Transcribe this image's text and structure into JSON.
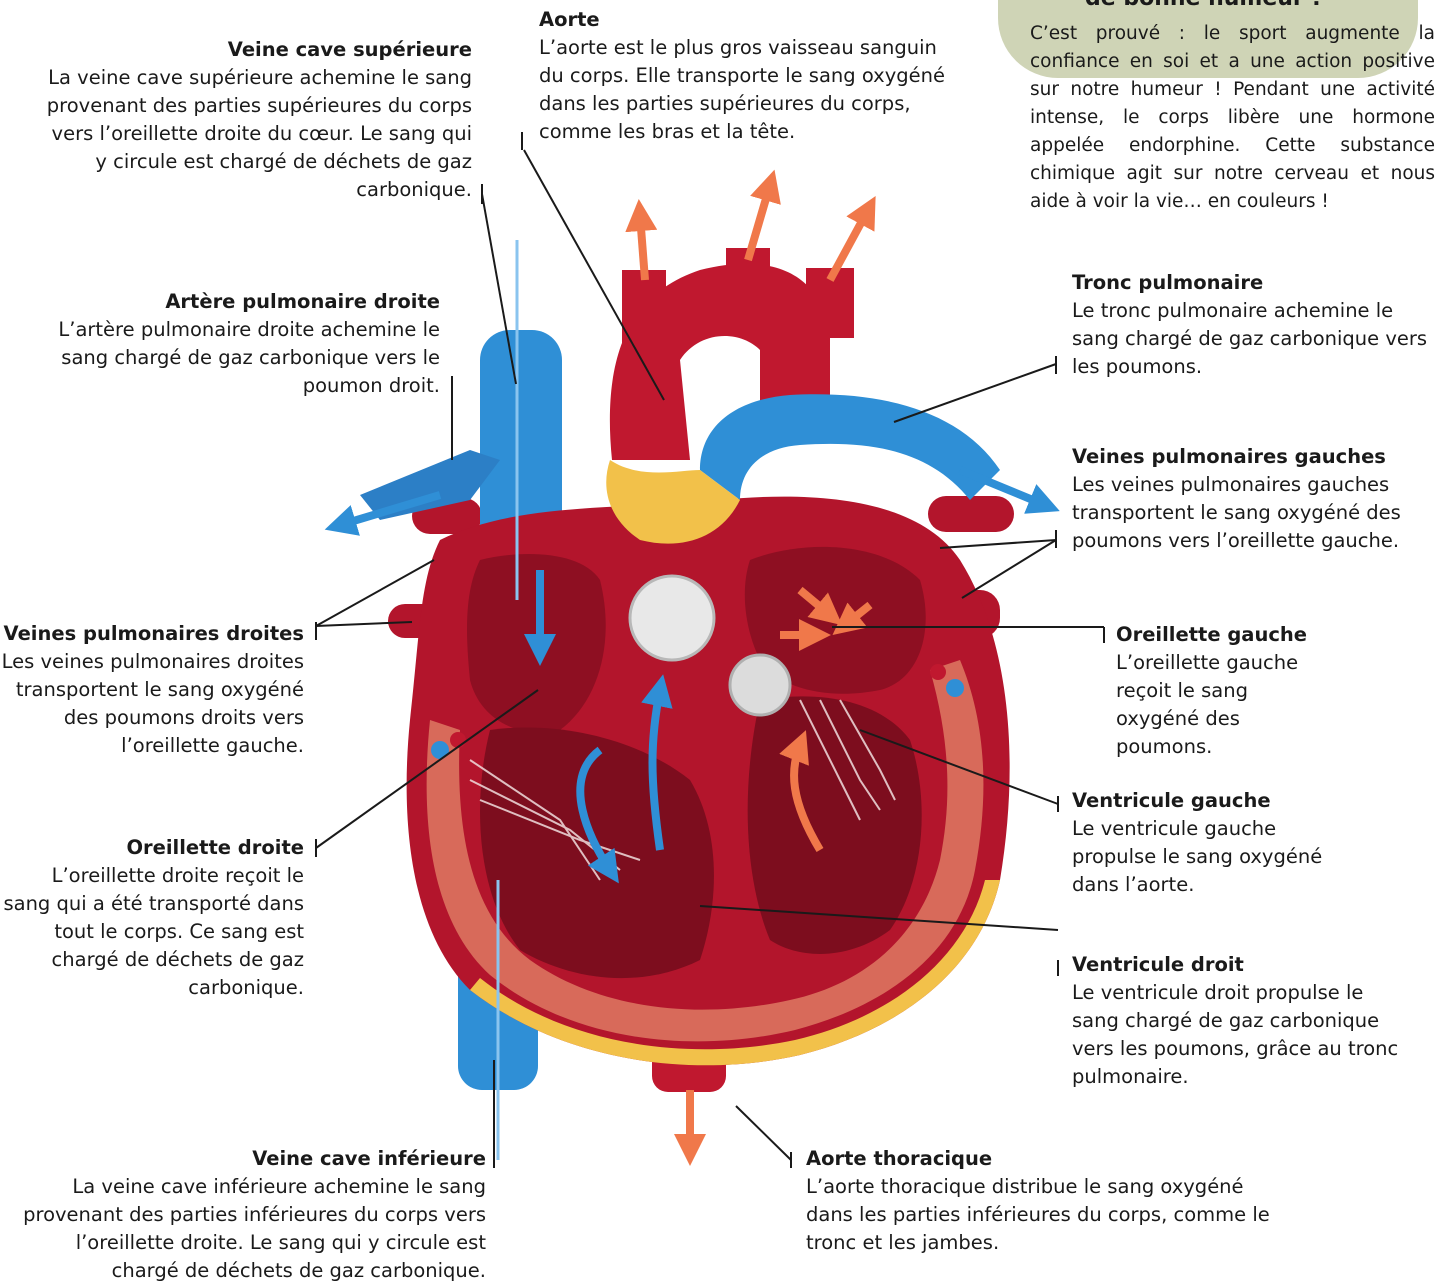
{
  "colors": {
    "oxygenated": "#c0182f",
    "deoxygenated": "#2f8fd6",
    "fat": "#f2c14a",
    "muscle": "#d86a5a",
    "arrow_orange": "#f0784a",
    "box_bg": "#cfd4b6"
  },
  "box": {
    "title": "de bonne humeur !",
    "text": "C’est prouvé : le sport augmente la confiance en soi et a une action positive sur notre humeur ! Pendant une activité intense, le corps libère une hormone appelée endorphine. Cette substance chimique agit sur notre cerveau et nous aide à voir la vie… en couleurs !"
  },
  "labels": {
    "aorte": {
      "title": "Aorte",
      "text": "L’aorte est le plus gros vaisseau sanguin du corps. Elle transporte le sang oxygéné dans les parties supérieures du corps, comme les bras et la tête."
    },
    "veine_cave_sup": {
      "title": "Veine cave supérieure",
      "text": "La veine cave supérieure achemine le sang provenant des parties supérieures du corps vers l’oreillette droite du cœur. Le sang qui y circule est chargé de déchets de gaz carbonique."
    },
    "artere_pulm_droite": {
      "title": "Artère pulmonaire droite",
      "text": "L’artère pulmonaire droite achemine le sang chargé de gaz carbonique vers le poumon droit."
    },
    "tronc_pulm": {
      "title": "Tronc pulmonaire",
      "text": "Le tronc pulmonaire achemine le sang chargé de gaz carbonique vers les poumons."
    },
    "veines_pulm_gauches": {
      "title": "Veines pulmonaires gauches",
      "text": "Les veines pulmonaires gauches transportent le sang oxygéné des poumons vers l’oreillette gauche."
    },
    "veines_pulm_droites": {
      "title": "Veines pulmonaires droites",
      "text": "Les veines pulmonaires droites transportent le sang oxygéné des poumons droits vers l’oreillette gauche."
    },
    "oreillette_gauche": {
      "title": "Oreillette gauche",
      "text": "L’oreillette gauche reçoit le sang oxygéné des poumons."
    },
    "ventricule_gauche": {
      "title": "Ventricule gauche",
      "text": "Le ventricule gauche propulse le sang oxygéné dans l’aorte."
    },
    "oreillette_droite": {
      "title": "Oreillette droite",
      "text": "L’oreillette droite reçoit le sang qui a été transporté dans tout le corps. Ce sang est chargé de déchets de gaz carbonique."
    },
    "ventricule_droit": {
      "title": "Ventricule droit",
      "text": "Le ventricule droit propulse le sang chargé de gaz carbonique vers les poumons, grâce au tronc pulmonaire."
    },
    "veine_cave_inf": {
      "title": "Veine cave inférieure",
      "text": "La veine cave inférieure achemine le sang provenant des parties inférieures du corps vers l’oreillette droite. Le sang qui y circule est chargé de déchets de gaz carbonique."
    },
    "aorte_thoracique": {
      "title": "Aorte thoracique",
      "text": "L’aorte thoracique distribue le sang oxygéné dans les parties inférieures du corps, comme le tronc et les jambes."
    }
  }
}
